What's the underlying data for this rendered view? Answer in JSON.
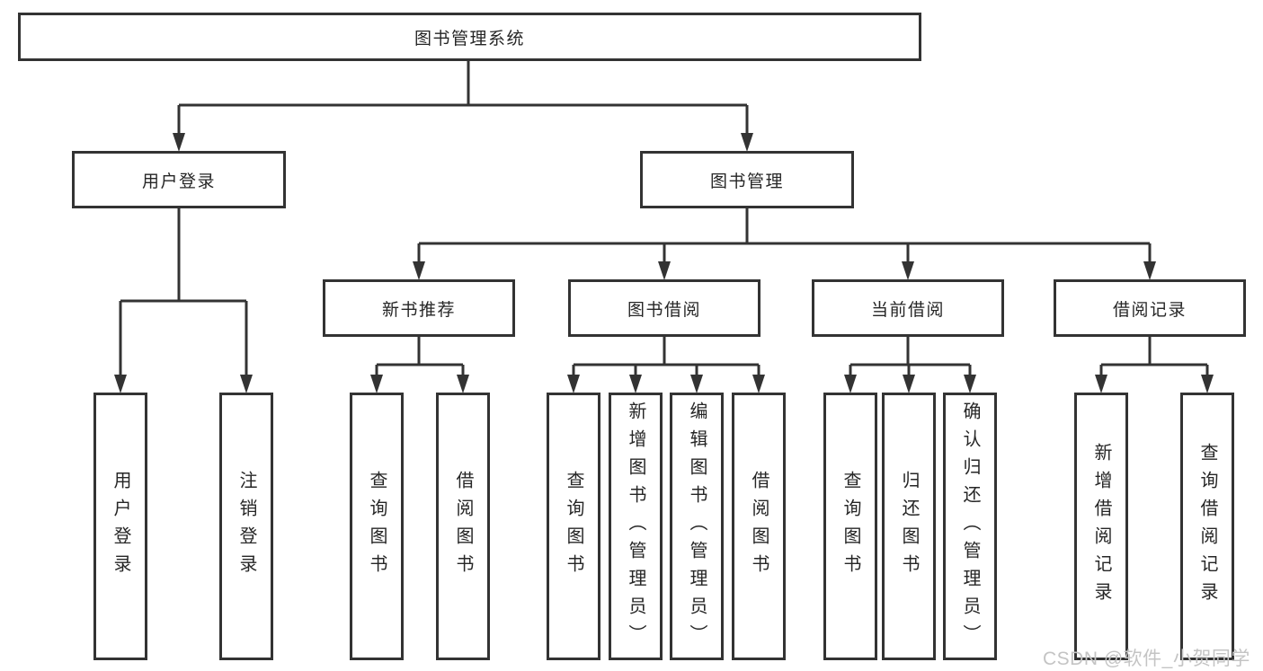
{
  "tree": {
    "label": "图书管理系统",
    "children": [
      {
        "label": "用户登录",
        "children": [
          {
            "label": "用户登录"
          },
          {
            "label": "注销登录"
          }
        ]
      },
      {
        "label": "图书管理",
        "children": [
          {
            "label": "新书推荐",
            "children": [
              {
                "label": "查询图书"
              },
              {
                "label": "借阅图书"
              }
            ]
          },
          {
            "label": "图书借阅",
            "children": [
              {
                "label": "查询图书"
              },
              {
                "label": "新增图书（管理员）"
              },
              {
                "label": "编辑图书（管理员）"
              },
              {
                "label": "借阅图书"
              }
            ]
          },
          {
            "label": "当前借阅",
            "children": [
              {
                "label": "查询图书"
              },
              {
                "label": "归还图书"
              },
              {
                "label": "确认归还（管理员）"
              }
            ]
          },
          {
            "label": "借阅记录",
            "children": [
              {
                "label": "新增借阅记录"
              },
              {
                "label": "查询借阅记录"
              }
            ]
          }
        ]
      }
    ]
  },
  "watermark": "CSDN @软件_小贺同学",
  "colors": {
    "line": "#333333",
    "text": "#262626",
    "background": "#ffffff",
    "watermark": "#c4c4c4"
  }
}
